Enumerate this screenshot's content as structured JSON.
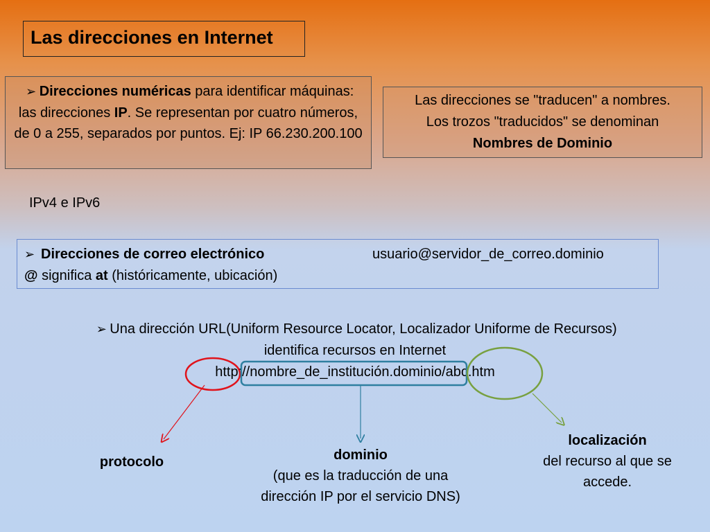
{
  "title": "Las direcciones en Internet",
  "numeric": {
    "bullet": "➢",
    "heading": "Direcciones numéricas",
    "text1": " para identificar máquinas: las direcciones ",
    "ip": "IP",
    "text2": ". Se representan por cuatro números, de 0 a 255, separados por puntos. Ej: IP 66.230.200.100"
  },
  "translate": {
    "line1": "Las direcciones se \"traducen\" a nombres.",
    "line2": "Los trozos \"traducidos\" se denominan",
    "strong": "Nombres de Dominio"
  },
  "ipv": "IPv4 e IPv6",
  "email": {
    "bullet": "➢",
    "heading": "Direcciones de correo electrónico",
    "example": "usuario@servidor_de_correo.dominio",
    "at": "@",
    "means": " significa ",
    "at_word": "at",
    "rest": " (históricamente, ubicación)"
  },
  "url": {
    "bullet": "➢",
    "line1": "Una dirección URL(Uniform Resource Locator, Localizador Uniforme de Recursos)",
    "line2": "identifica recursos en Internet",
    "address": "http://nombre_de_institución.dominio/abc.htm"
  },
  "labels": {
    "protocolo": "protocolo",
    "dominio": "dominio",
    "dominio_desc1": "(que es la traducción de una",
    "dominio_desc2": "dirección IP por el servicio DNS)",
    "localizacion": "localización",
    "localizacion_desc1": "del recurso al que se",
    "localizacion_desc2": "accede."
  },
  "colors": {
    "protocol_circle": "#e0131b",
    "domain_box": "#2f7fa0",
    "location_circle": "#78a040"
  }
}
